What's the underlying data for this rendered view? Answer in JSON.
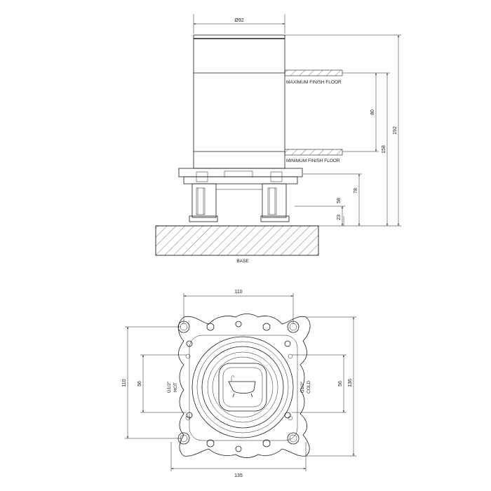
{
  "side_view": {
    "diameter_label": "Ø92",
    "max_floor_label": "MAXIMUM FINISH FLOOR",
    "min_floor_label": "MINIMUM FINISH FLOOR",
    "base_label": "BASE",
    "dims": {
      "d80": "80",
      "d158": "158",
      "d192": "192",
      "d78": "78",
      "d58": "58",
      "d23": "23"
    }
  },
  "plan_view": {
    "dims": {
      "top_110": "110",
      "left_110": "110",
      "left_56": "56",
      "right_56": "56",
      "right_136": "136",
      "bottom_135": "135"
    },
    "hot_label": "HOT",
    "hot_size": "G1/2\"",
    "cold_label": "COLD",
    "cold_size": "G1/2\"",
    "center_icon": "bathtub-icon"
  }
}
